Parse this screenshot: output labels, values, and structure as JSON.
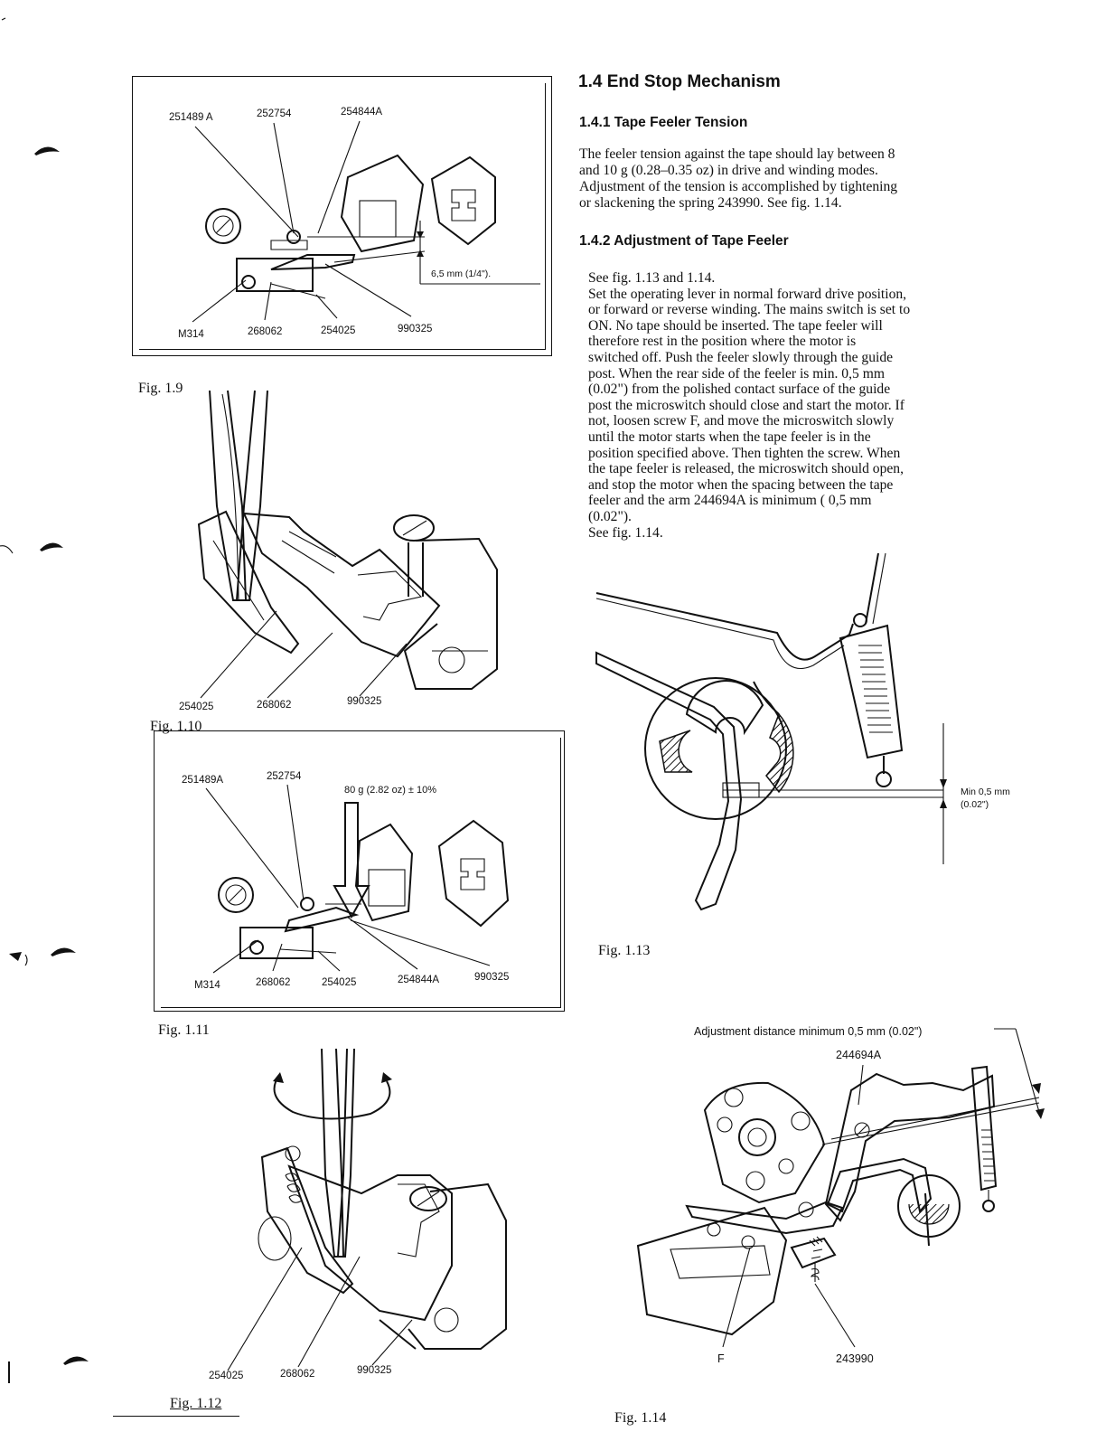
{
  "section": {
    "title": "1.4 End Stop Mechanism",
    "sub1_title": "1.4.1 Tape Feeler Tension",
    "sub1_lines": [
      "The feeler tension against the tape should lay between 8",
      "and 10 g (0.28–0.35 oz) in drive and winding modes.",
      "Adjustment of the tension is accomplished by tightening",
      "or slackening the spring 243990. See fig. 1.14."
    ],
    "sub2_title": "1.4.2 Adjustment of Tape Feeler",
    "sub2_lines": [
      "See fig. 1.13 and 1.14.",
      "Set the operating lever in normal forward drive position,",
      "or forward or reverse winding. The mains switch is set to",
      "ON. No tape should be inserted. The tape feeler will",
      "therefore rest in the position where the motor is",
      "switched off. Push the feeler slowly through the guide",
      "post. When the rear side of the feeler is min. 0,5 mm",
      "(0.02\") from the polished contact surface of the guide",
      "post the microswitch should close and start the motor. If",
      "not, loosen screw F, and move the microswitch slowly",
      "until the motor starts when the tape feeler is in the",
      "position specified above. Then tighten the screw. When",
      "the tape feeler is released, the microswitch should open,",
      "and stop the motor when the spacing between the tape",
      "feeler and the arm 244694A is minimum ( 0,5 mm",
      "(0.02\").",
      "See fig. 1.14."
    ]
  },
  "fig19": {
    "caption": "Fig. 1.9",
    "labels": [
      "251489 A",
      "252754",
      "254844A",
      "M314",
      "268062",
      "254025",
      "990325"
    ],
    "dimension": "6,5 mm (1/4\")."
  },
  "fig110": {
    "caption": "Fig. 1.10",
    "labels": [
      "254025",
      "268062",
      "990325"
    ]
  },
  "fig111": {
    "caption": "Fig. 1.11",
    "labels": [
      "251489A",
      "252754",
      "M314",
      "268062",
      "254025",
      "254844A",
      "990325"
    ],
    "force": "80 g (2.82 oz) ± 10%"
  },
  "fig112": {
    "caption": "Fig. 1.12",
    "labels": [
      "254025",
      "268062",
      "990325"
    ]
  },
  "fig113": {
    "caption": "Fig. 1.13",
    "min_label_1": "Min 0,5 mm",
    "min_label_2": "(0.02\")"
  },
  "fig114": {
    "caption": "Fig. 1.14",
    "adjust": "Adjustment distance minimum 0,5 mm (0.02\")",
    "labels": [
      "244694A",
      "F",
      "243990"
    ]
  }
}
